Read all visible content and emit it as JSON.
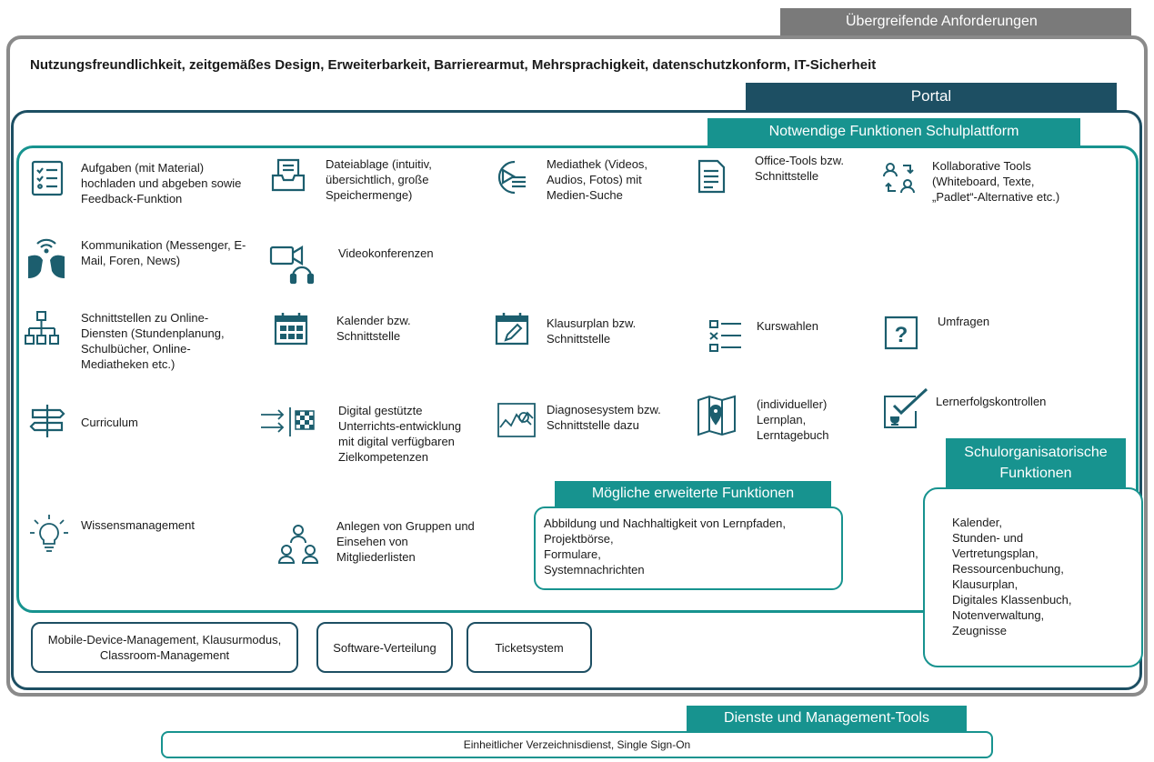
{
  "headers": {
    "overarching": "Übergreifende Anforderungen",
    "portal": "Portal",
    "necessary": "Notwendige Funktionen Schulplattform",
    "possible": "Mögliche erweiterte Funktionen",
    "school_org": "Schulorganisatorische Funktionen",
    "services": "Dienste und Management-Tools"
  },
  "requirements": "Nutzungsfreundlichkeit, zeitgemäßes Design, Erweiterbarkeit, Barrierearmut, Mehrsprachigkeit, datenschutzkonform,  IT-Sicherheit",
  "functions": {
    "tasks": "Aufgaben (mit Material) hochladen und abgeben sowie Feedback-Funktion",
    "file_storage": "Dateiablage (intuitiv, übersichtlich, große Speichermenge)",
    "media_library": "Mediathek (Videos, Audios, Fotos) mit Medien-Suche",
    "office_tools": "Office-Tools bzw. Schnittstelle",
    "collaborative": "Kollaborative Tools (Whiteboard, Texte, „Padlet“-Alternative etc.)",
    "communication": "Kommunikation (Messenger, E-Mail, Foren, News)",
    "video_conf": "Videokonferenzen",
    "interfaces": "Schnittstellen zu Online-Diensten (Stundenplanung, Schulbücher, Online-Mediatheken etc.)",
    "calendar": "Kalender bzw. Schnittstelle",
    "exam_plan": "Klausurplan bzw. Schnittstelle",
    "course_choice": "Kurswahlen",
    "surveys": "Umfragen",
    "curriculum": "Curriculum",
    "digital_dev": "Digital gestützte Unterrichts-entwicklung mit digital verfügbaren Zielkompetenzen",
    "diagnosis": "Diagnosesystem bzw. Schnittstelle dazu",
    "learning_plan": "(individueller) Lernplan, Lerntagebuch",
    "assessment": "Lernerfolgskontrollen",
    "knowledge": "Wissensmanagement",
    "groups": "Anlegen von Gruppen und Einsehen von Mitgliederlisten"
  },
  "possible_items": [
    "Abbildung und Nachhaltigkeit von Lernpfaden,",
    "Projektbörse,",
    "Formulare,",
    "Systemnachrichten"
  ],
  "school_org_items": [
    "Kalender,",
    "Stunden- und",
    "Vertretungsplan,",
    "Ressourcenbuchung,",
    "Klausurplan,",
    "Digitales Klassenbuch,",
    "Notenverwaltung,",
    "Zeugnisse"
  ],
  "management": {
    "mdm": "Mobile-Device-Management, Klausurmodus, Classroom-Management",
    "software": "Software-Verteilung",
    "ticket": "Ticketsystem"
  },
  "directory": "Einheitlicher Verzeichnisdienst, Single Sign-On",
  "colors": {
    "gray": "#7a7a7a",
    "navy": "#1d4f63",
    "teal": "#17938f",
    "icon": "#1c5e6e"
  }
}
